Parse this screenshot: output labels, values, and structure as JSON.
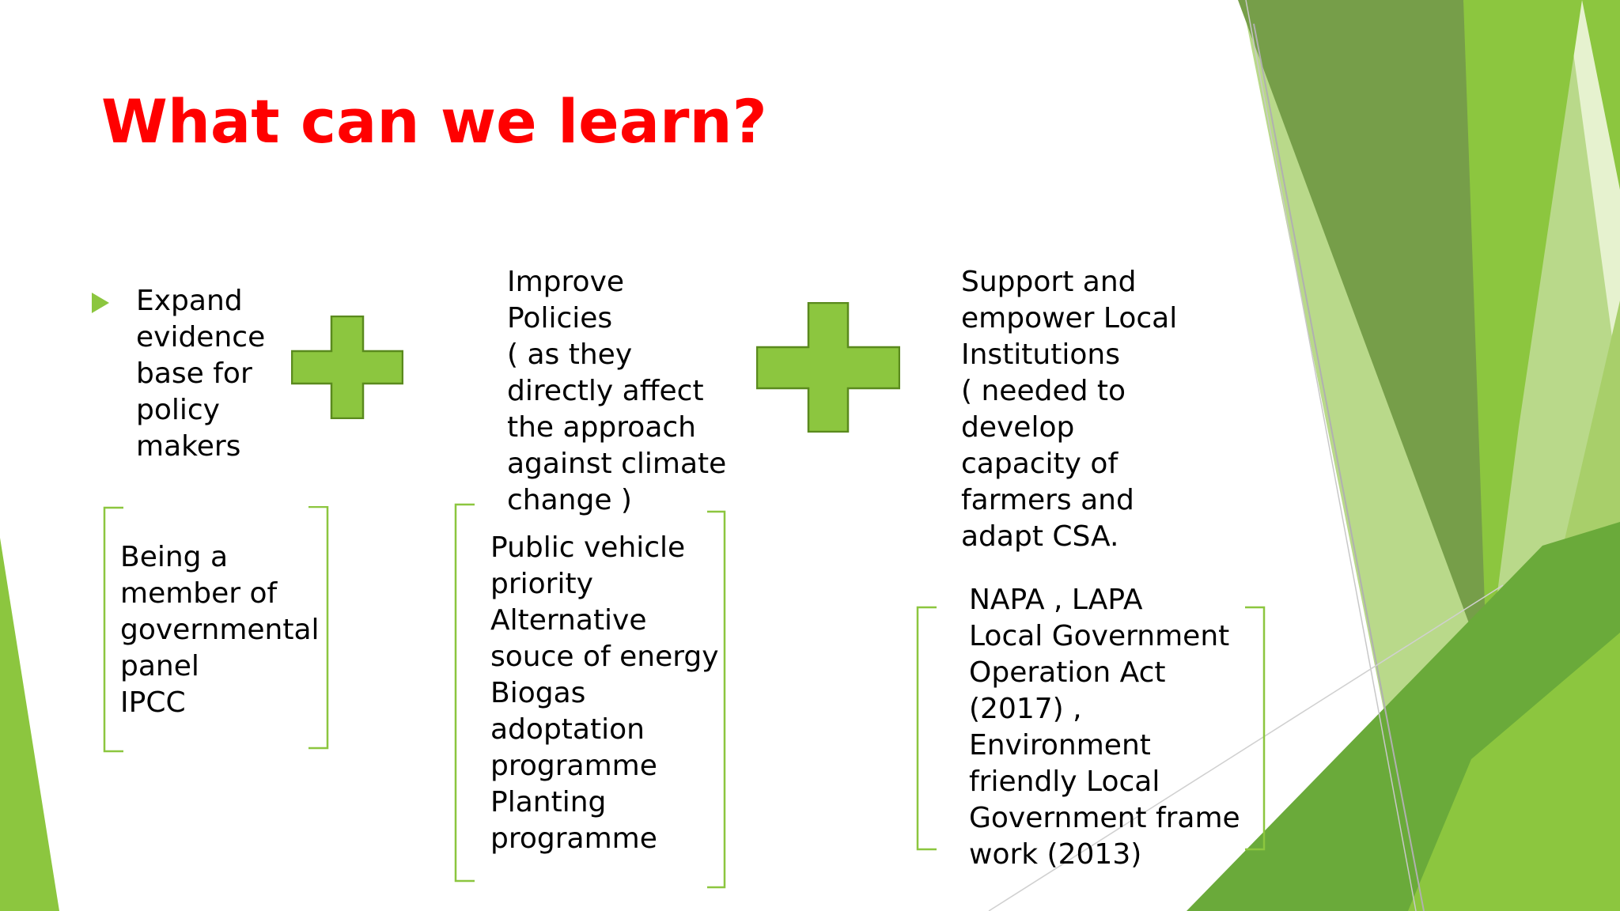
{
  "slide": {
    "title": "What can we learn?",
    "colors": {
      "title": "#ff0000",
      "accent_green": "#8cc63f",
      "bracket_green": "#8cc63f",
      "plus_border": "#5a8a1e"
    },
    "icons": [
      "bullet-arrow-icon",
      "plus-icon"
    ],
    "columns": [
      {
        "heading_lines": [
          "Expand",
          "evidence",
          "base for",
          "policy",
          "makers"
        ],
        "detail_lines": [
          "Being a",
          "member of",
          "governmental",
          "panel",
          "IPCC"
        ]
      },
      {
        "heading_lines": [
          "Improve",
          "Policies",
          "( as they",
          "directly affect",
          "the approach",
          "against climate",
          "change )"
        ],
        "detail_lines": [
          "Public vehicle",
          "priority",
          "Alternative",
          "souce of energy",
          "Biogas",
          "adoptation",
          "programme",
          "Planting",
          "programme"
        ]
      },
      {
        "heading_lines": [
          "Support and",
          "empower Local",
          "Institutions",
          "( needed to",
          "develop",
          "capacity of",
          "farmers and",
          "adapt CSA."
        ],
        "detail_lines": [
          "NAPA , LAPA",
          "Local Government",
          "Operation Act",
          "(2017) ,",
          "Environment",
          "friendly Local",
          "Government frame",
          "work (2013)"
        ]
      }
    ]
  }
}
